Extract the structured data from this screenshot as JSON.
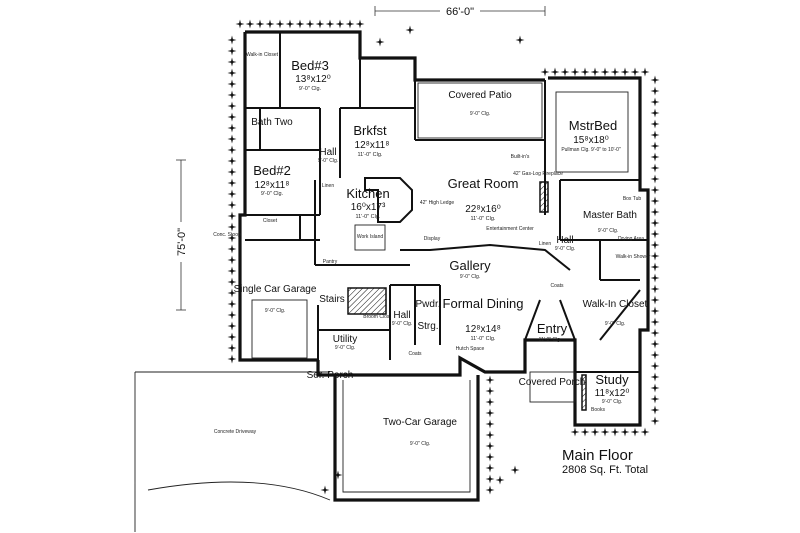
{
  "plan": {
    "title": "Main Floor",
    "subtitle": "2808 Sq. Ft. Total",
    "dimensions": {
      "width": "66'-0\"",
      "depth": "75'-0\""
    }
  },
  "rooms": {
    "bed3": {
      "name": "Bed#3",
      "size": "13⁸x12⁰",
      "ceiling": "9'-0\" Clg."
    },
    "walkin_closet_top": {
      "name": "Walk-in Closet"
    },
    "bath_two": {
      "name": "Bath Two"
    },
    "hall_upper": {
      "name": "Hall",
      "ceiling": "9'-0\" Clg."
    },
    "linen_left": {
      "name": "Linen"
    },
    "bed2": {
      "name": "Bed#2",
      "size": "12⁸x11⁸",
      "ceiling": "9'-0\" Clg."
    },
    "closet_bed2": {
      "name": "Closet"
    },
    "conc_stoop": {
      "name": "Conc. Stoop"
    },
    "single_garage": {
      "name": "Single Car Garage",
      "ceiling": "9'-0\" Clg."
    },
    "brkfst": {
      "name": "Brkfst",
      "size": "12⁸x11⁸",
      "ceiling": "11'-0\" Clg."
    },
    "kitchen": {
      "name": "Kitchen",
      "size": "16⁰x17³",
      "ceiling": "11'-0\" Clg."
    },
    "work_island": {
      "name": "Work Island"
    },
    "pantry": {
      "name": "Pantry"
    },
    "stairs": {
      "name": "Stairs"
    },
    "covered_patio": {
      "name": "Covered Patio",
      "ceiling": "9'-0\" Clg."
    },
    "great_room": {
      "name": "Great Room",
      "size": "22⁸x16⁰",
      "ceiling": "11'-0\" Clg."
    },
    "built_ins": {
      "name": "Built-in's"
    },
    "fireplace": {
      "name": "42\" Gas-Log Fireplace"
    },
    "high_ledge": {
      "name": "42\" High Ledge"
    },
    "entertainment": {
      "name": "Entertainment Center"
    },
    "display": {
      "name": "Display"
    },
    "gallery": {
      "name": "Gallery",
      "ceiling": "9'-0\" Clg."
    },
    "pwdr": {
      "name": "Pwdr."
    },
    "strg": {
      "name": "Strg."
    },
    "hall_lower": {
      "name": "Hall",
      "ceiling": "9'-0\" Clg."
    },
    "broom_closet": {
      "name": "Broom Clos."
    },
    "utility": {
      "name": "Utility",
      "ceiling": "9'-0\" Clg."
    },
    "coats_lower": {
      "name": "Coats"
    },
    "ser_porch": {
      "name": "Ser. Porch"
    },
    "formal_dining": {
      "name": "Formal Dining",
      "size": "12⁸x14⁸",
      "ceiling": "11'-0\" Clg."
    },
    "hutch": {
      "name": "Hutch Space"
    },
    "entry": {
      "name": "Entry",
      "ceiling": "11'-0\" Clg."
    },
    "covered_porch": {
      "name": "Covered Porch"
    },
    "two_car_garage": {
      "name": "Two-Car Garage",
      "ceiling": "9'-0\" Clg."
    },
    "concrete_drive": {
      "name": "Concrete Driveway"
    },
    "mstr_bed": {
      "name": "MstrBed",
      "size": "15⁸x18⁰",
      "ceiling": "Pullman Clg. 9'-0\" to 10'-0\""
    },
    "master_bath": {
      "name": "Master Bath",
      "ceiling": "9'-0\" Clg."
    },
    "hall_right": {
      "name": "Hall",
      "ceiling": "9'-0\" Clg."
    },
    "linen_right": {
      "name": "Linen"
    },
    "coats_right": {
      "name": "Coats"
    },
    "walkin_closet": {
      "name": "Walk-In Closet",
      "ceiling": "9'-0\" Clg."
    },
    "study": {
      "name": "Study",
      "size": "11⁸x12⁰",
      "ceiling": "9'-0\" Clg."
    },
    "books": {
      "name": "Books"
    },
    "drying_area": {
      "name": "Drying Area"
    },
    "walk_in_shower": {
      "name": "Walk-in Shower"
    },
    "box_tub": {
      "name": "Box Tub"
    }
  },
  "colors": {
    "ink": "#111111",
    "paper": "#ffffff"
  }
}
